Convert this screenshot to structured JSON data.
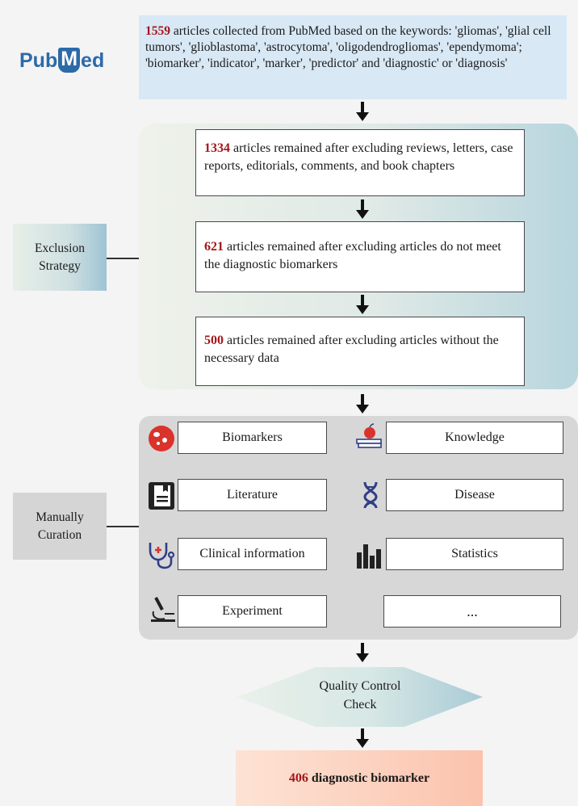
{
  "logo": {
    "left": "Pub",
    "m": "M",
    "right": "ed"
  },
  "collect": {
    "count": "1559",
    "text": " articles collected from PubMed based on the keywords: 'gliomas', 'glial cell tumors', 'glioblastoma', 'astrocytoma', 'oligodendrogliomas', 'ependymoma';  'biomarker', 'indicator', 'marker', 'predictor' and 'diagnostic' or 'diagnosis'"
  },
  "exclusion": {
    "label": "Exclusion Strategy",
    "steps": [
      {
        "count": "1334",
        "text": " articles remained after excluding reviews, letters, case reports, editorials, comments, and book chapters"
      },
      {
        "count": "621",
        "text": " articles remained after excluding articles do not meet the diagnostic biomarkers"
      },
      {
        "count": "500",
        "text": " articles remained after excluding articles without the necessary data"
      }
    ]
  },
  "curation": {
    "label": "Manually Curation",
    "items": [
      {
        "label": "Biomarkers",
        "icon": "cell-icon"
      },
      {
        "label": "Knowledge",
        "icon": "apple-books-icon"
      },
      {
        "label": "Literature",
        "icon": "book-icon"
      },
      {
        "label": "Disease",
        "icon": "dna-icon"
      },
      {
        "label": "Clinical information",
        "icon": "stethoscope-icon"
      },
      {
        "label": "Statistics",
        "icon": "bar-chart-icon"
      },
      {
        "label": "Experiment",
        "icon": "microscope-icon"
      },
      {
        "label": "...",
        "icon": ""
      }
    ]
  },
  "quality_check": "Quality Control Check",
  "result": {
    "count": "406",
    "text": " diagnostic biomarker"
  },
  "colors": {
    "highlight": "#a3161a",
    "pubmed_blue": "#2c6aa8",
    "icon_red": "#d9332b",
    "icon_navy": "#2f3f86"
  }
}
